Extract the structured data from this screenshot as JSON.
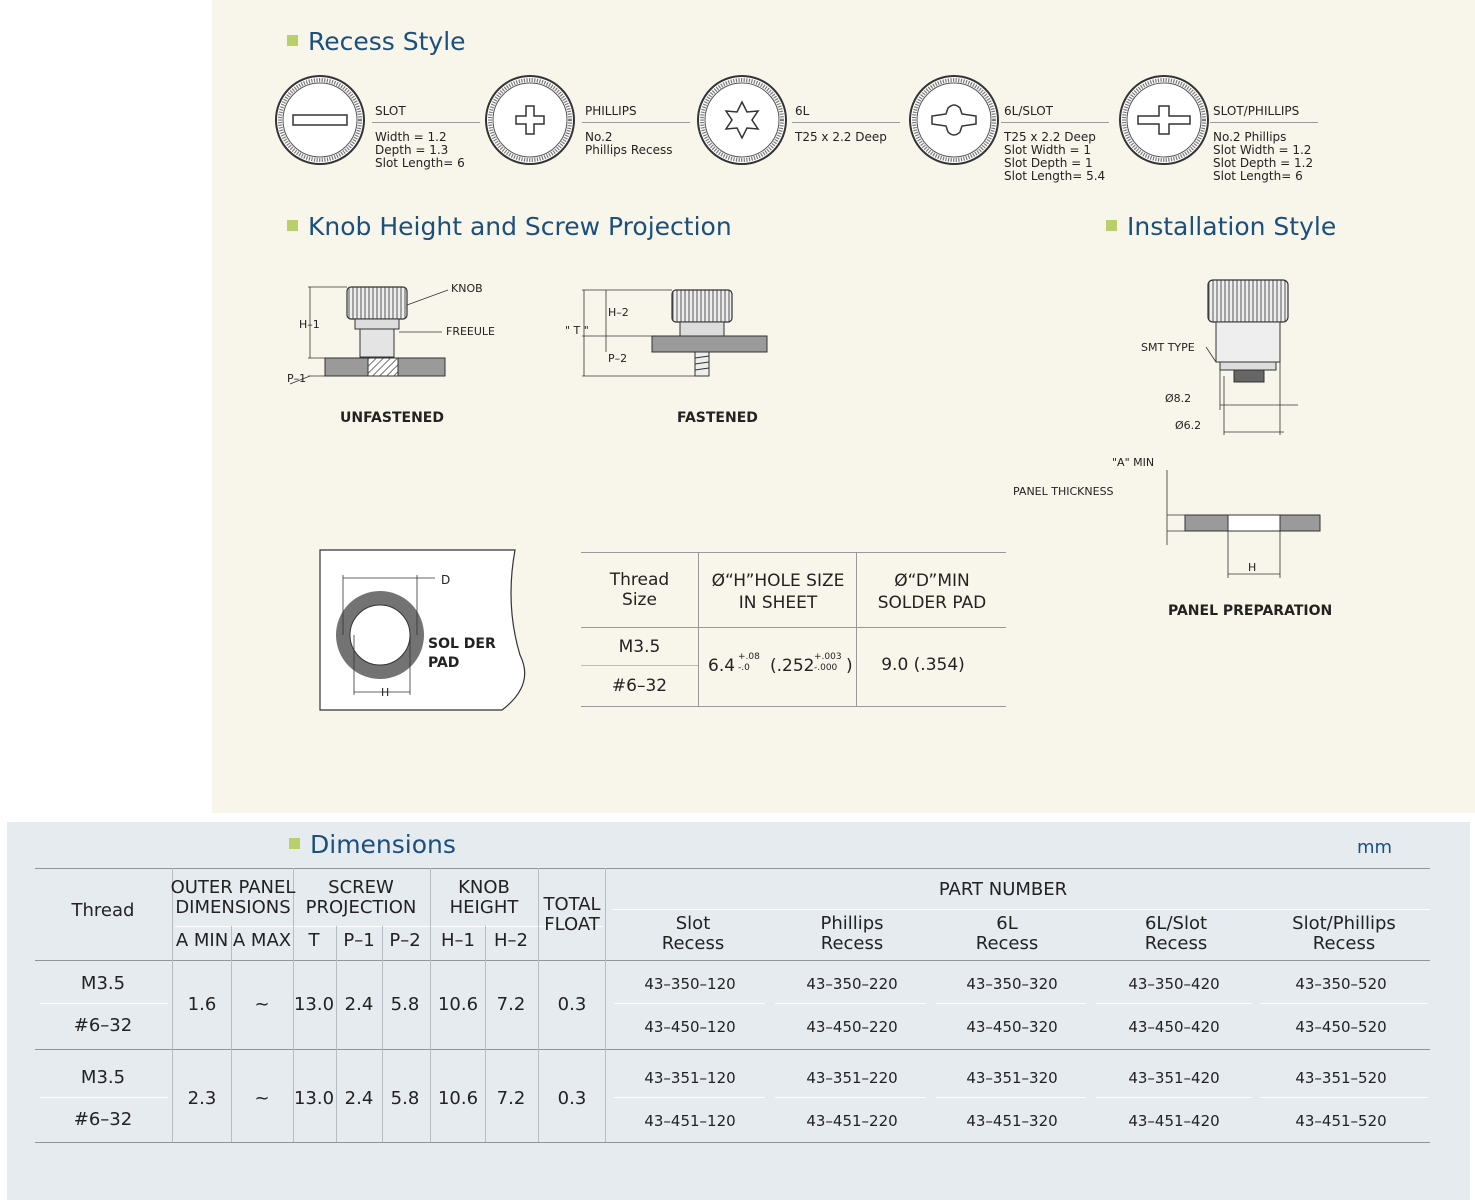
{
  "headings": {
    "recess": "Recess Style",
    "knob": "Knob Height and Screw Projection",
    "install": "Installation Style",
    "dimensions": "Dimensions",
    "unit": "mm"
  },
  "recess_styles": [
    {
      "name": "SLOT",
      "lines": [
        "Width = 1.2",
        "Depth = 1.3",
        "Slot Length= 6"
      ]
    },
    {
      "name": "PHILLIPS",
      "lines": [
        "No.2",
        "Phillips Recess"
      ]
    },
    {
      "name": "6L",
      "lines": [
        "T25 x 2.2 Deep"
      ]
    },
    {
      "name": "6L/SLOT",
      "lines": [
        "T25 x 2.2 Deep",
        "Slot Width = 1",
        "Slot Depth = 1",
        "Slot Length= 5.4"
      ]
    },
    {
      "name": "SLOT/PHILLIPS",
      "lines": [
        "No.2 Phillips",
        "Slot Width = 1.2",
        "Slot Depth = 1.2",
        "Slot Length= 6"
      ]
    }
  ],
  "knob_diagrams": {
    "unfastened": {
      "caption": "UNFASTENED",
      "knob": "KNOB",
      "ferrule": "FREEULE",
      "h1": "H–1",
      "p1": "P–1"
    },
    "fastened": {
      "caption": "FASTENED",
      "h2": "H–2",
      "t": "\" T \"",
      "p2": "P–2"
    }
  },
  "installation": {
    "smt": "SMT TYPE",
    "d82": "Ø8.2",
    "d62": "Ø6.2",
    "a_min": "\"A\" MIN",
    "panel_thickness": "PANEL THICKNESS",
    "h": "H",
    "caption": "PANEL PREPARATION"
  },
  "solder_pad": {
    "d": "D",
    "label_1": "SOL DER",
    "label_2": "PAD",
    "h": "H"
  },
  "hole_table": {
    "col1": [
      "Thread",
      "Size"
    ],
    "col2": [
      "Ø“H”HOLE SIZE",
      "IN SHEET"
    ],
    "col3": [
      "Ø“D”MIN",
      "SOLDER PAD"
    ],
    "threads": [
      "M3.5",
      "#6–32"
    ],
    "hole_main": "6.4",
    "hole_tol_plus": "+.08",
    "hole_tol_minus": "-.0",
    "hole_inch": "(.252",
    "hole_inch_plus": "+.003",
    "hole_inch_minus": "-.000",
    "hole_close": ")",
    "pad": "9.0 (.354)"
  },
  "dimensions_table": {
    "headers": {
      "thread": "Thread",
      "outer_panel_1": "OUTER PANEL",
      "outer_panel_2": "DIMENSIONS",
      "screw_1": "SCREW",
      "screw_2": "PROJECTION",
      "knob_1": "KNOB",
      "knob_2": "HEIGHT",
      "float_1": "TOTAL",
      "float_2": "FLOAT",
      "part_number": "PART NUMBER",
      "a_min": "A MIN",
      "a_max": "A MAX",
      "t": "T",
      "p1": "P–1",
      "p2": "P–2",
      "h1": "H–1",
      "h2": "H–2",
      "recess": [
        [
          "Slot",
          "Recess"
        ],
        [
          "Phillips",
          "Recess"
        ],
        [
          "6L",
          "Recess"
        ],
        [
          "6L/Slot",
          "Recess"
        ],
        [
          "Slot/Phillips",
          "Recess"
        ]
      ]
    },
    "groups": [
      {
        "threads": [
          "M3.5",
          "#6–32"
        ],
        "a_min": "1.6",
        "a_max": "~",
        "t": "13.0",
        "p1": "2.4",
        "p2": "5.8",
        "h1": "10.6",
        "h2": "7.2",
        "float": "0.3",
        "parts": [
          [
            "43–350–120",
            "43–350–220",
            "43–350–320",
            "43–350–420",
            "43–350–520"
          ],
          [
            "43–450–120",
            "43–450–220",
            "43–450–320",
            "43–450–420",
            "43–450–520"
          ]
        ]
      },
      {
        "threads": [
          "M3.5",
          "#6–32"
        ],
        "a_min": "2.3",
        "a_max": "~",
        "t": "13.0",
        "p1": "2.4",
        "p2": "5.8",
        "h1": "10.6",
        "h2": "7.2",
        "float": "0.3",
        "parts": [
          [
            "43–351–120",
            "43–351–220",
            "43–351–320",
            "43–351–420",
            "43–351–520"
          ],
          [
            "43–451–120",
            "43–451–220",
            "43–451–320",
            "43–451–420",
            "43–451–520"
          ]
        ]
      }
    ]
  }
}
